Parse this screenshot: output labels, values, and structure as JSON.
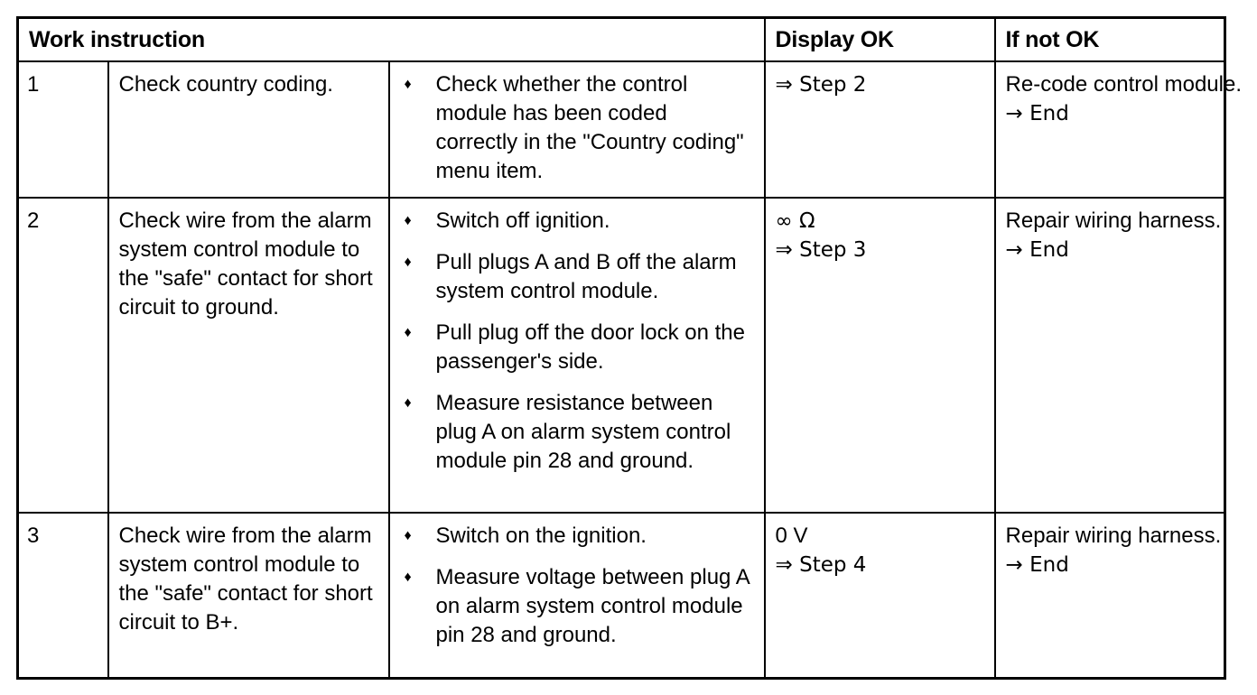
{
  "table": {
    "title": "Work instruction",
    "headers": {
      "work_instruction": "Work instruction",
      "display_ok": "Display OK",
      "if_not_ok": "If not OK"
    },
    "bullet_glyph": "♦",
    "rows": [
      {
        "number": "1",
        "description": "Check country coding.",
        "steps": [
          "Check whether the control module has been coded correctly in the \"Country coding\" menu item."
        ],
        "display_ok": [
          "⇒ Step 2"
        ],
        "if_not_ok": [
          "Re-code control module.",
          "→ End"
        ]
      },
      {
        "number": "2",
        "description": "Check wire from the alarm system control module to the \"safe\" contact for short circuit to ground.",
        "steps": [
          "Switch off ignition.",
          "Pull plugs A and B off the alarm system control module.",
          "Pull plug off the door lock on the passenger's side.",
          "Measure resistance between plug A on alarm system control module pin 28 and ground."
        ],
        "display_ok": [
          "∞ Ω",
          "⇒ Step 3"
        ],
        "if_not_ok": [
          "Repair wiring harness.",
          "→ End"
        ]
      },
      {
        "number": "3",
        "description": "Check wire from the alarm system control module to the \"safe\" contact for short circuit to B+.",
        "steps": [
          "Switch on the ignition.",
          "Measure voltage between plug A on alarm system control module pin 28 and ground."
        ],
        "display_ok": [
          "0 V",
          "⇒ Step 4"
        ],
        "if_not_ok": [
          "Repair wiring harness.",
          "→ End"
        ]
      }
    ]
  },
  "colors": {
    "border": "#000000",
    "background": "#ffffff",
    "text": "#000000"
  }
}
